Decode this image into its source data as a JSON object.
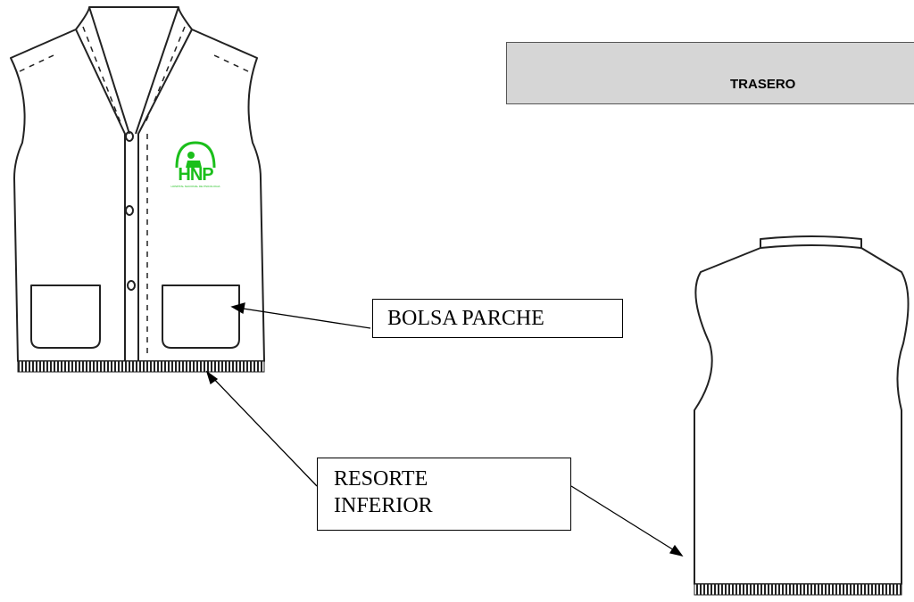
{
  "header": {
    "title": "TRASERO"
  },
  "logo": {
    "text": "HNP",
    "subtext": "HOSPITAL NACIONAL DE PSICOLOGIA",
    "color": "#1bbf1b"
  },
  "labels": {
    "pocket": "BOLSA PARCHE",
    "elastic_line1": "RESORTE",
    "elastic_line2": "INFERIOR"
  },
  "colors": {
    "line": "#000000",
    "header_fill": "#d6d6d6",
    "logo": "#1bbf1b"
  }
}
